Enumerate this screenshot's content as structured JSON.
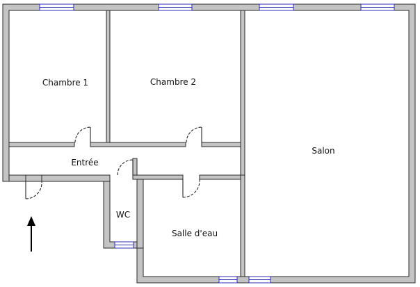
{
  "rooms": {
    "chambre1": "Chambre 1",
    "chambre2": "Chambre 2",
    "salon": "Salon",
    "entree": "Entrée",
    "wc": "WC",
    "salle_eau": "Salle d'eau"
  },
  "colors": {
    "wall_fill": "#c4c4c4",
    "wall_stroke": "#2a2a2a",
    "window": "#2b2bb8",
    "door": "#111111",
    "arrow": "#000000"
  },
  "icons": {
    "entrance_arrow": "arrow-up-icon"
  }
}
